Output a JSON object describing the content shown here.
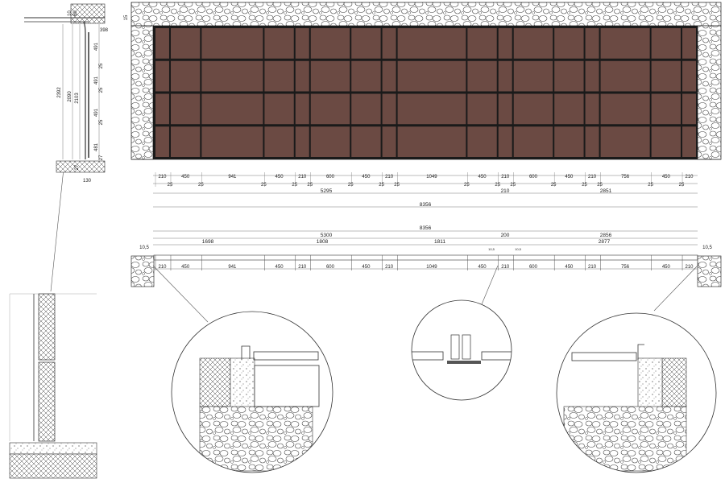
{
  "colors": {
    "panel": "#6b4a43",
    "frame": "#1a1a1a",
    "line": "#2a2a2a",
    "masonry": "#ffffff"
  },
  "plan": {
    "panel_columns": [
      210,
      450,
      941,
      450,
      210,
      600,
      450,
      210,
      1049,
      450,
      210,
      600,
      450,
      210,
      756,
      450,
      210
    ],
    "gap": 25,
    "row2": [
      "5295",
      "210",
      "2851"
    ],
    "overall_1": "8356",
    "overall_2": "8356",
    "row5": [
      "5300",
      "200",
      "2856"
    ],
    "row6": [
      "1698",
      "1808",
      "1811",
      "2877"
    ],
    "side_left": "10,5",
    "side_right": "10,5",
    "small_mid_left": "10,5",
    "small_mid_right": "10,5"
  },
  "section": {
    "heights": [
      "2392",
      "2090",
      "2103"
    ],
    "panels": [
      "491",
      "491",
      "491",
      "481"
    ],
    "joints": [
      "25",
      "25",
      "25",
      "27"
    ],
    "top": [
      "398",
      "10",
      "60"
    ],
    "top_right": "15",
    "bottom_small": "27",
    "bottom_width": "130"
  }
}
